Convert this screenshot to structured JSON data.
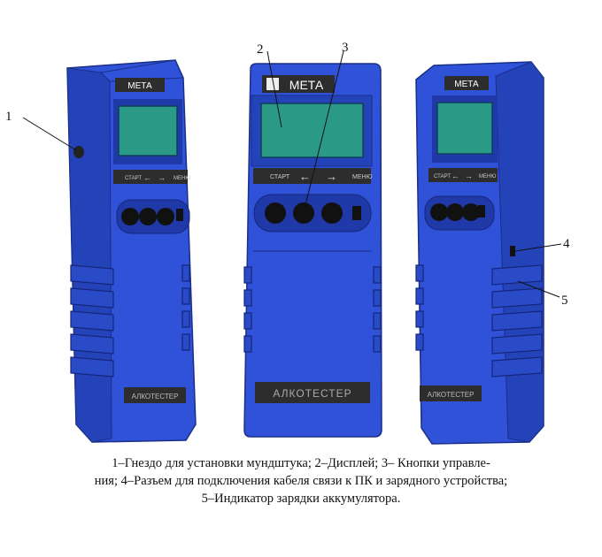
{
  "device": {
    "brand": "МЕТА",
    "model": "АЛКОТЕСТЕР",
    "button_start": "СТАРТ",
    "button_arrow_left": "←",
    "button_arrow_right": "→",
    "button_menu": "МЕНЮ",
    "colors": {
      "body": "#2f52d8",
      "body_dark": "#1f3aa8",
      "screen": "#2a9a86",
      "label_plate": "#3a3a3a"
    }
  },
  "callouts": {
    "c1": "1",
    "c2": "2",
    "c3": "3",
    "c4": "4",
    "c5": "5"
  },
  "caption": {
    "line1": "1–Гнездо для установки мундштука; 2–Дисплей; 3– Кнопки управле-",
    "line2": "ния; 4–Разъем для подключения кабеля связи к ПК и зарядного устройства;",
    "line3": "5–Индикатор зарядки аккумулятора."
  }
}
